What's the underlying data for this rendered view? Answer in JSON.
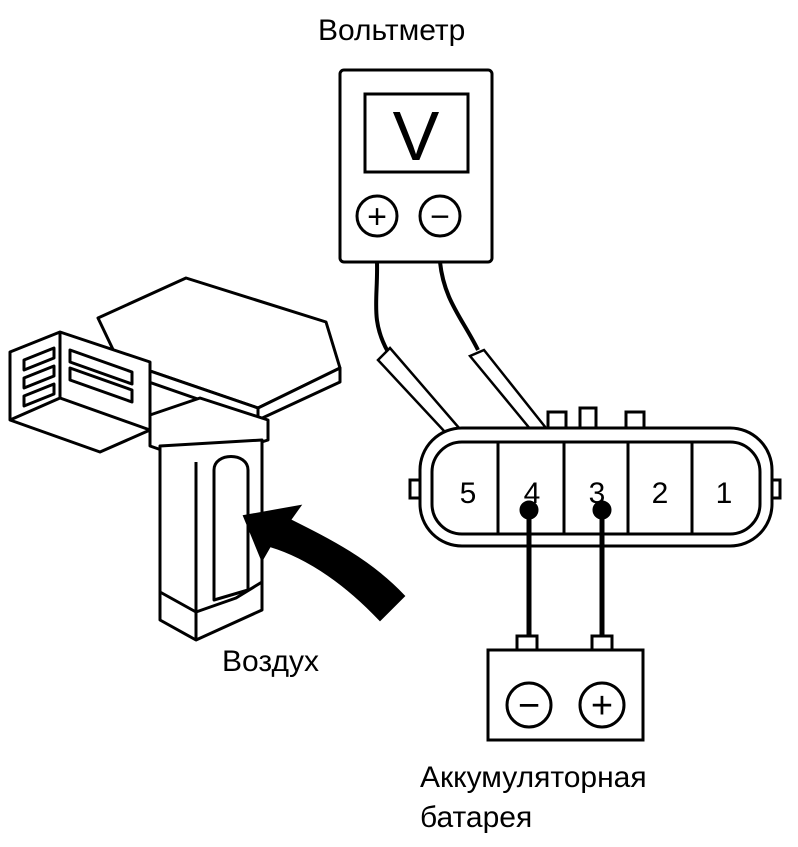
{
  "labels": {
    "voltmeter": "Вольтметр",
    "air": "Воздух",
    "battery_line1": "Аккумуляторная",
    "battery_line2": "батарея"
  },
  "voltmeter": {
    "display": "V",
    "plus_terminal": "+",
    "minus_terminal": "−"
  },
  "connector": {
    "pins": [
      "5",
      "4",
      "3",
      "2",
      "1"
    ]
  },
  "battery": {
    "minus_terminal": "−",
    "plus_terminal": "+"
  },
  "colors": {
    "line": "#000000",
    "background": "#ffffff"
  }
}
